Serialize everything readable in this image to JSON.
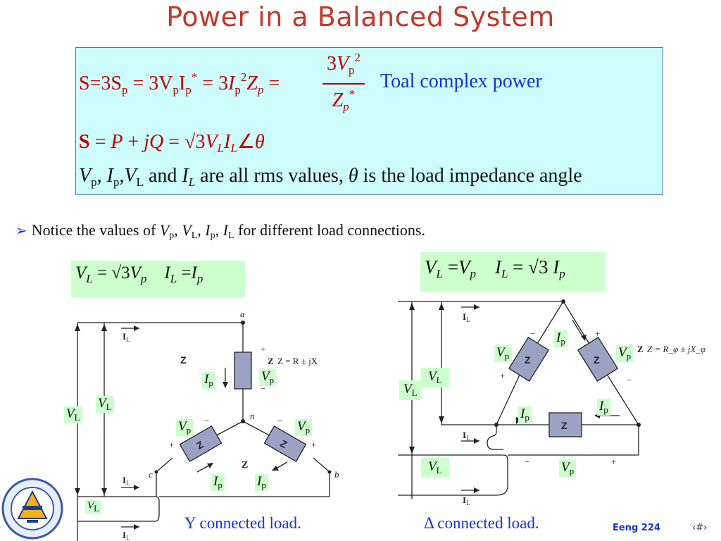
{
  "slide": {
    "title": "Power in a Balanced System",
    "footer_course": "Eeng 224",
    "footer_page": "‹#›"
  },
  "equations": {
    "line1_label": "Toal complex power",
    "line3_text_and": "and",
    "line3_text_rest": "are all rms values,",
    "line3_text_end": "is the load impedance angle"
  },
  "note": {
    "prefix": "Notice the values of",
    "suffix": "for different load connections."
  },
  "wye": {
    "relation": "V_L = √3 V_p    I_L = I_p",
    "caption": "Y connected load.",
    "impedance_label": "Z = R ± jX"
  },
  "delta": {
    "relation": "V_L = V_p    I_L = √3 I_p",
    "caption": "Δ connected load.",
    "impedance_label": "Z = R_φ ± jX_φ"
  }
}
